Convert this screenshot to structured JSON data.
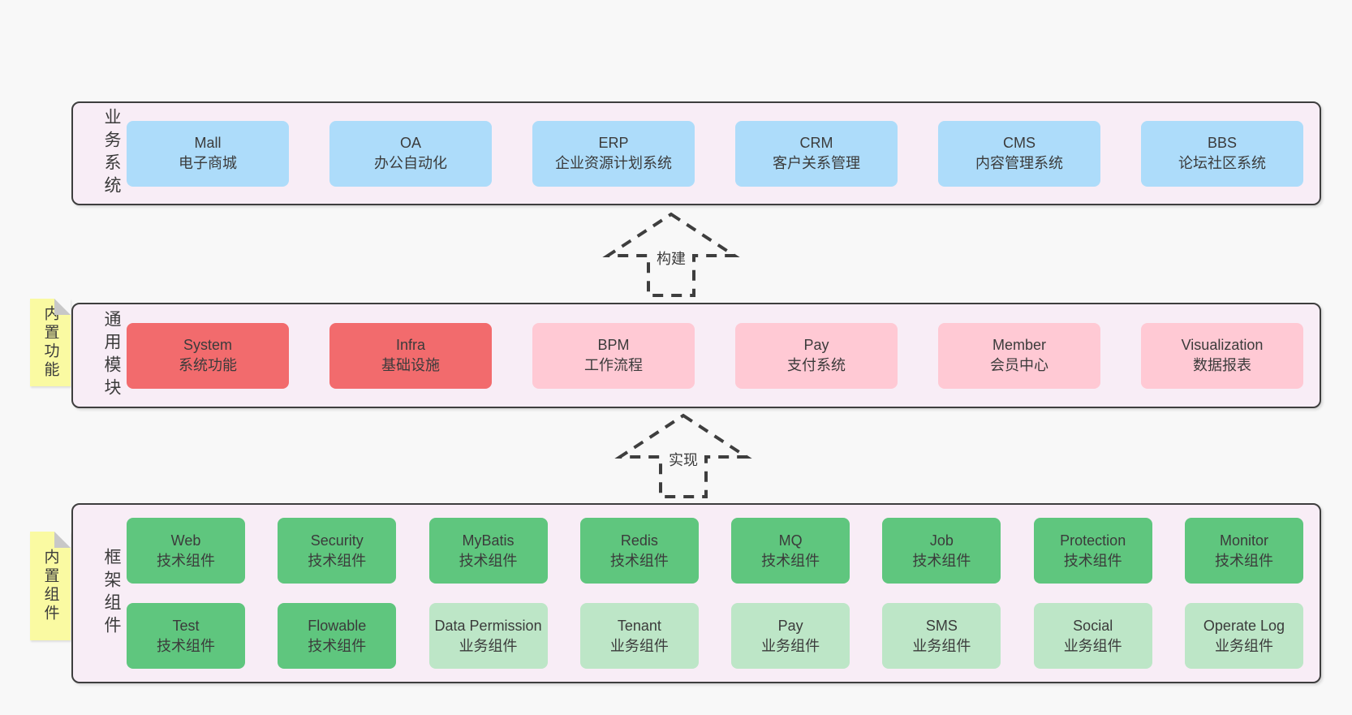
{
  "colors": {
    "page_bg": "#f8f8f8",
    "panel_bg": "#f8edf6",
    "panel_border": "#3e3e3e",
    "tab_bg": "#fafaa2",
    "tab_fold": "#c8c8c8",
    "text": "#3b3b3b",
    "arrow": "#3e3e3e",
    "box_blue": "#addcfa",
    "box_red": "#f26b6d",
    "box_pink": "#ffc9d4",
    "box_green": "#5fc67e",
    "box_lightgreen": "#bde6c7"
  },
  "arrows": [
    {
      "label": "构建"
    },
    {
      "label": "实现"
    }
  ],
  "layers": [
    {
      "label": "业务系统",
      "tab": null,
      "rows": [
        [
          {
            "en": "Mall",
            "zh": "电子商城",
            "variant": "blue"
          },
          {
            "en": "OA",
            "zh": "办公自动化",
            "variant": "blue"
          },
          {
            "en": "ERP",
            "zh": "企业资源计划系统",
            "variant": "blue"
          },
          {
            "en": "CRM",
            "zh": "客户关系管理",
            "variant": "blue"
          },
          {
            "en": "CMS",
            "zh": "内容管理系统",
            "variant": "blue"
          },
          {
            "en": "BBS",
            "zh": "论坛社区系统",
            "variant": "blue"
          }
        ]
      ]
    },
    {
      "label": "通用模块",
      "tab": "内置功能",
      "rows": [
        [
          {
            "en": "System",
            "zh": "系统功能",
            "variant": "red"
          },
          {
            "en": "Infra",
            "zh": "基础设施",
            "variant": "red"
          },
          {
            "en": "BPM",
            "zh": "工作流程",
            "variant": "pink"
          },
          {
            "en": "Pay",
            "zh": "支付系统",
            "variant": "pink"
          },
          {
            "en": "Member",
            "zh": "会员中心",
            "variant": "pink"
          },
          {
            "en": "Visualization",
            "zh": "数据报表",
            "variant": "pink"
          }
        ]
      ]
    },
    {
      "label": "框架组件",
      "tab": "内置组件",
      "rows": [
        [
          {
            "en": "Web",
            "zh": "技术组件",
            "variant": "green"
          },
          {
            "en": "Security",
            "zh": "技术组件",
            "variant": "green"
          },
          {
            "en": "MyBatis",
            "zh": "技术组件",
            "variant": "green"
          },
          {
            "en": "Redis",
            "zh": "技术组件",
            "variant": "green"
          },
          {
            "en": "MQ",
            "zh": "技术组件",
            "variant": "green"
          },
          {
            "en": "Job",
            "zh": "技术组件",
            "variant": "green"
          },
          {
            "en": "Protection",
            "zh": "技术组件",
            "variant": "green"
          },
          {
            "en": "Monitor",
            "zh": "技术组件",
            "variant": "green"
          }
        ],
        [
          {
            "en": "Test",
            "zh": "技术组件",
            "variant": "green"
          },
          {
            "en": "Flowable",
            "zh": "技术组件",
            "variant": "green"
          },
          {
            "en": "Data Permission",
            "zh": "业务组件",
            "variant": "lightgreen"
          },
          {
            "en": "Tenant",
            "zh": "业务组件",
            "variant": "lightgreen"
          },
          {
            "en": "Pay",
            "zh": "业务组件",
            "variant": "lightgreen"
          },
          {
            "en": "SMS",
            "zh": "业务组件",
            "variant": "lightgreen"
          },
          {
            "en": "Social",
            "zh": "业务组件",
            "variant": "lightgreen"
          },
          {
            "en": "Operate Log",
            "zh": "业务组件",
            "variant": "lightgreen"
          }
        ]
      ]
    }
  ]
}
